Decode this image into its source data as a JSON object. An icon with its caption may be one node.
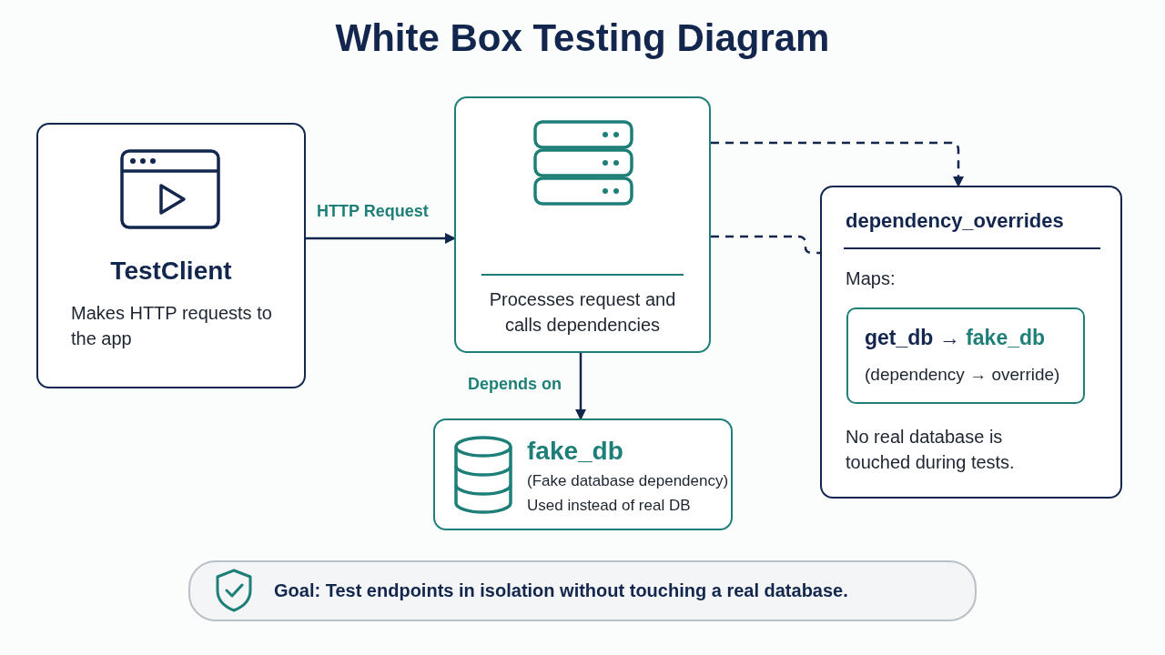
{
  "diagram": {
    "title": "White Box Testing Diagram",
    "nodes": [
      {
        "text": [
          "TestClient",
          "Makes HTTP requests to the app"
        ]
      },
      {
        "text": [
          "Processes request and calls dependencies"
        ]
      },
      {
        "text": [
          "dependency_overrides",
          "Maps:",
          "No real database is touched during tests."
        ]
      },
      {
        "text": [
          "get_db → fake_db",
          "(dependency → override)"
        ],
        "in": 2
      },
      {
        "text": [
          "fake_db",
          "(Fake database dependency)",
          "Used instead of real DB"
        ]
      },
      {
        "text": [
          "Goal: Test endpoints in isolation without touching a real database."
        ]
      }
    ],
    "edges": [
      {
        "from": 0,
        "to": 1,
        "arrow": "to",
        "label": "HTTP Request"
      },
      {
        "from": 1,
        "to": 2,
        "arrow": "to",
        "style": "dashed"
      },
      {
        "from": 1,
        "to": 2,
        "arrow": "none",
        "style": "dashed"
      },
      {
        "from": 1,
        "to": 4,
        "arrow": "to",
        "label": "Depends on"
      }
    ]
  }
}
